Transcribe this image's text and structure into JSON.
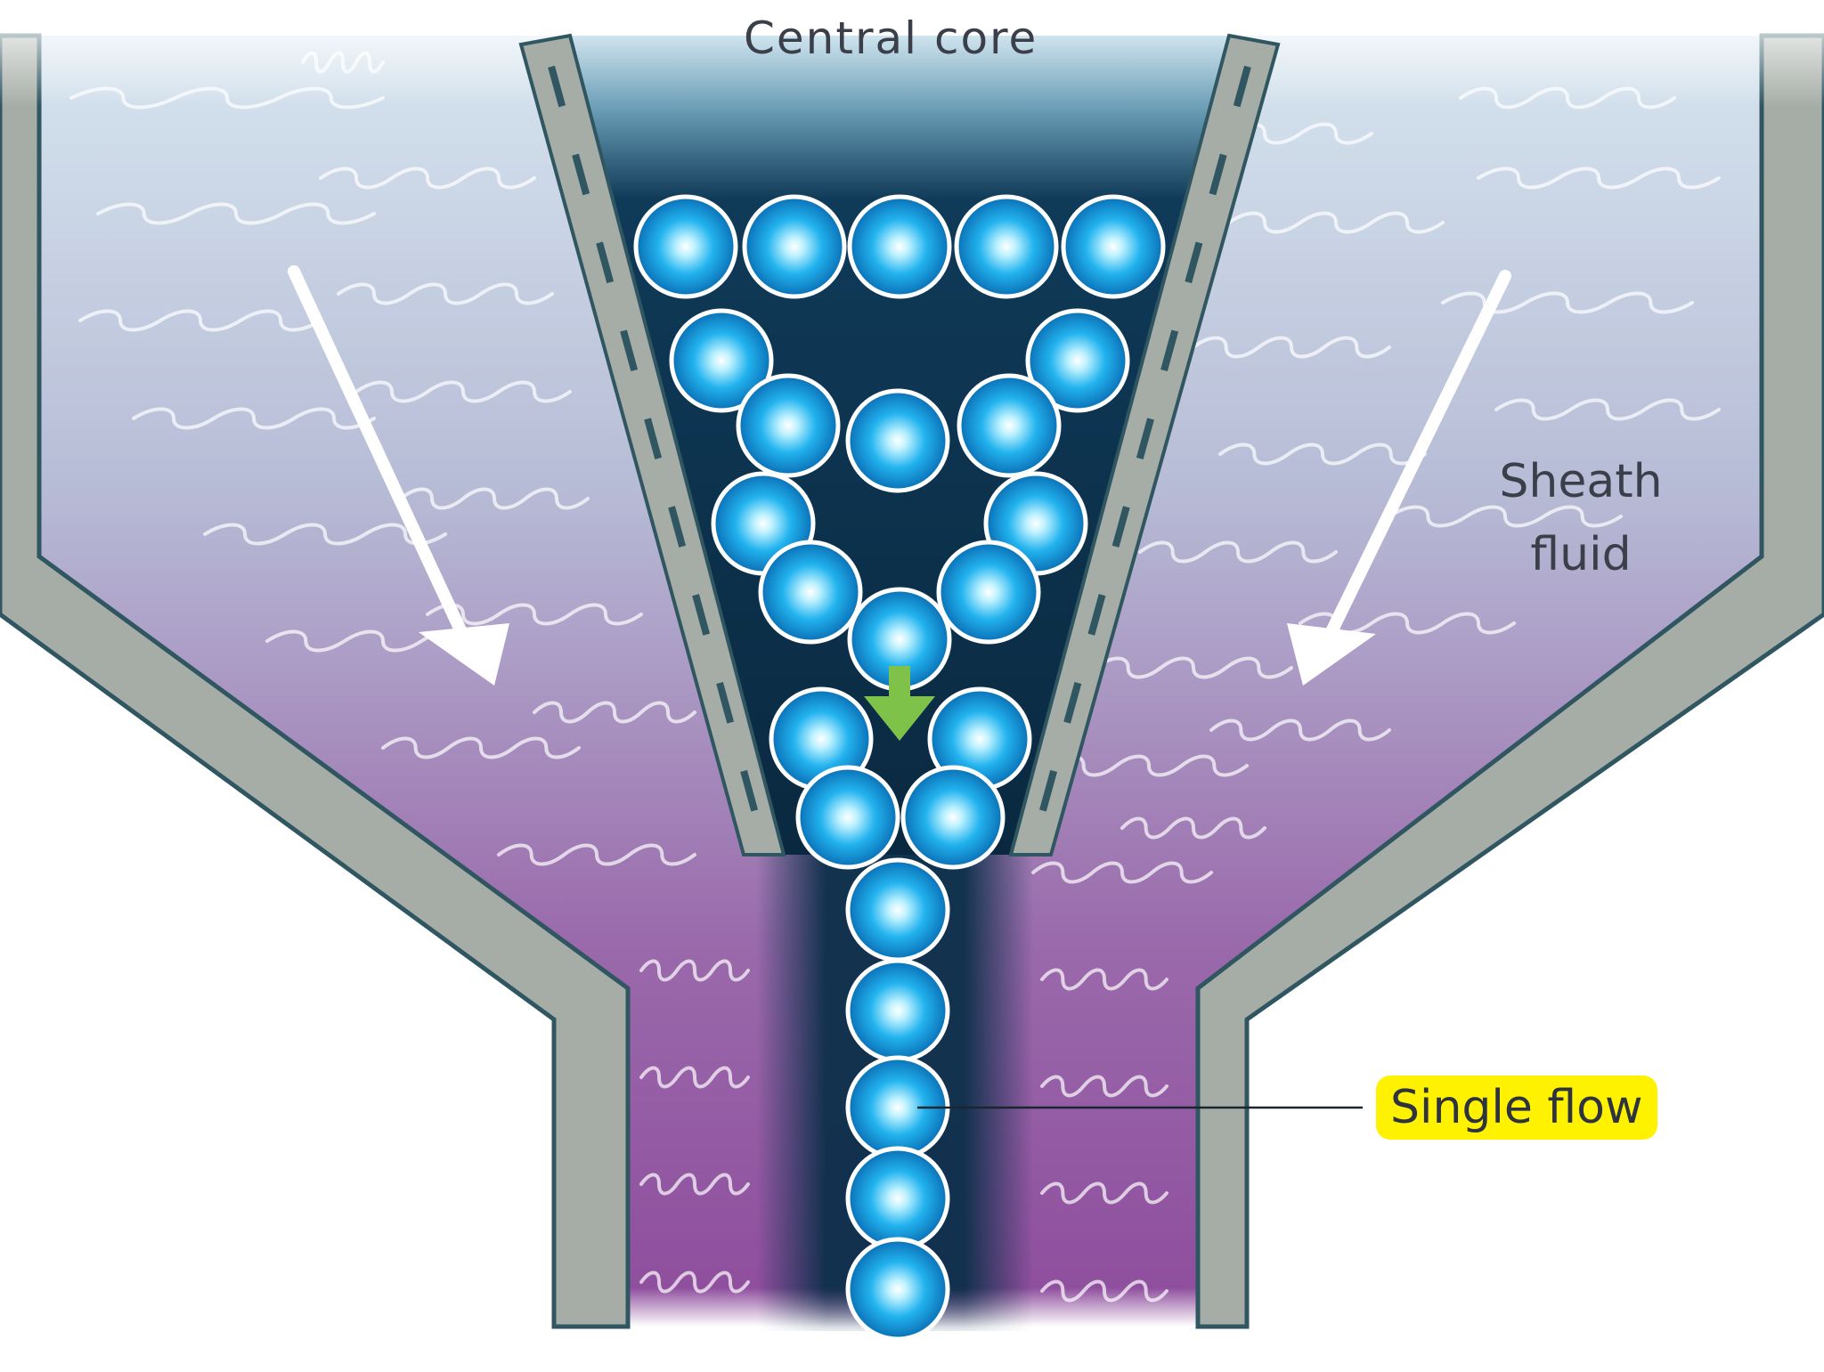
{
  "labels": {
    "central_core": "Central core",
    "sheath_line1": "Sheath",
    "sheath_line2": "fluid",
    "single_flow": "Single flow"
  },
  "colors": {
    "sheath_top": "#c9dbe8",
    "sheath_bottom": "#8f4f9e",
    "core_dark": "#0b2f49",
    "wall": "#a6ada6",
    "wall_edge": "#2f5661",
    "cell": "#1aa5e6",
    "cell_highlight": "#bff2ff",
    "flow_arrow": "#7fc24a",
    "sheath_arrow": "#ffffff",
    "single_flow_highlight": "#fff200"
  },
  "icons": [
    "cell-icon",
    "flow-arrow-icon",
    "sheath-arrow-icon"
  ]
}
